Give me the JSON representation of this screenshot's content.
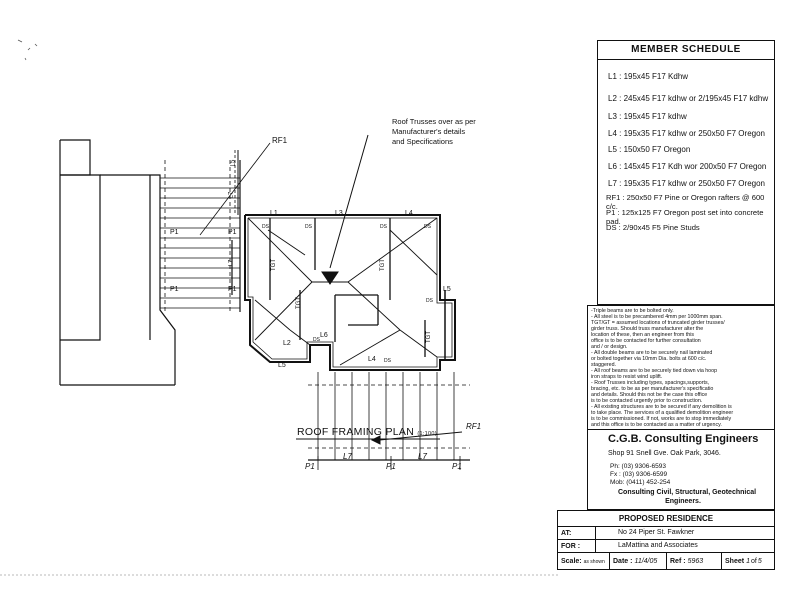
{
  "plan": {
    "title": "ROOF FRAMING PLAN",
    "scale": "(1:100)",
    "truss_note": [
      "Roof Trusses over as per",
      "Manufacturer's details",
      "and Specifications"
    ],
    "labels": {
      "rf1": "RF1",
      "p1": "P1",
      "l1": "L1",
      "l2": "L2",
      "l3": "L3",
      "l4": "L4",
      "l5": "L5",
      "l6": "L6",
      "l7": "L7",
      "ds": "DS",
      "tgt": "TGT"
    },
    "hand_labels": [
      "RF1",
      "L7",
      "P1"
    ]
  },
  "schedule": {
    "title": "MEMBER SCHEDULE",
    "items": [
      "L1 : 195x45 F17 Kdhw",
      "L2 : 245x45 F17 kdhw or 2/195x45 F17 kdhw",
      "L3 : 195x45 F17 kdhw",
      "L4 : 195x35 F17 kdhw or 250x50 F7 Oregon",
      "L5 : 150x50 F7 Oregon",
      "L6 : 145x45 F17 Kdh wor 200x50 F7 Oregon",
      "L7 : 195x35 F17 kdhw  or 250x50 F7 Oregon",
      "RF1 : 250x50 F7 Pine or Oregon rafters @ 600 c/c.",
      "P1 : 125x125 F7 Oregon post set into concrete pad.",
      "DS : 2/90x45 F5 Pine Studs"
    ]
  },
  "notes": [
    "-Triple beams are to be bolted only.",
    "- All steel is to be precambered 4mm per 1000mm span.",
    "  TGT/GT = assumed locations of truncated girder trusses/",
    "  girder truss. Should truss manufacturer alter the",
    "  location of these, then an engineer from this",
    "  office is to be contacted for further consultation",
    "  and / or design.",
    "- All double beams are to be securely nail laminated",
    "  or bolted together via 10mm Dia. bolts at 600 c/c.",
    "  staggered.",
    "- All roof beams are to be securely tied down via hoop",
    "  iron straps to resist wind uplift.",
    "- Roof Trusses including types, spacings,supports,",
    "  bracing, etc. to be as per manufacturer's specificatio",
    "  and details. Should this not be the case this office",
    "  is to be contacted urgently prior to construction.",
    "- All existing structures are to be secured if any demolition is",
    "  to take place. The services of a qualified demolition engineer",
    "  is to be commissioned. If not, works are to stop immediately",
    "  and this office is to be contacted as a matter of urgency."
  ],
  "company": {
    "name": "C.G.B. Consulting Engineers",
    "address": "Shop 91 Snell Gve. Oak Park, 3046.",
    "phone": "Ph: (03) 9306-6593",
    "fax": "Fx : (03) 9306-6599",
    "mobile": "Mob: (0411) 452-254",
    "services": [
      "Consulting Civil, Structural, Geotechnical",
      "Engineers."
    ]
  },
  "title_block": {
    "project": "PROPOSED RESIDENCE",
    "at_label": "AT:",
    "at_value": "No 24 Piper St. Fawkner",
    "for_label": "FOR :",
    "for_value": "LaMattina and Associates",
    "scale_label": "Scale:",
    "scale_value": "as shown",
    "date_label": "Date :",
    "date_value": "11/4/05",
    "ref_label": "Ref :",
    "ref_value": "5963",
    "sheet_label": "Sheet",
    "sheet_value": "1",
    "sheet_of": "of",
    "sheet_total": "5"
  }
}
